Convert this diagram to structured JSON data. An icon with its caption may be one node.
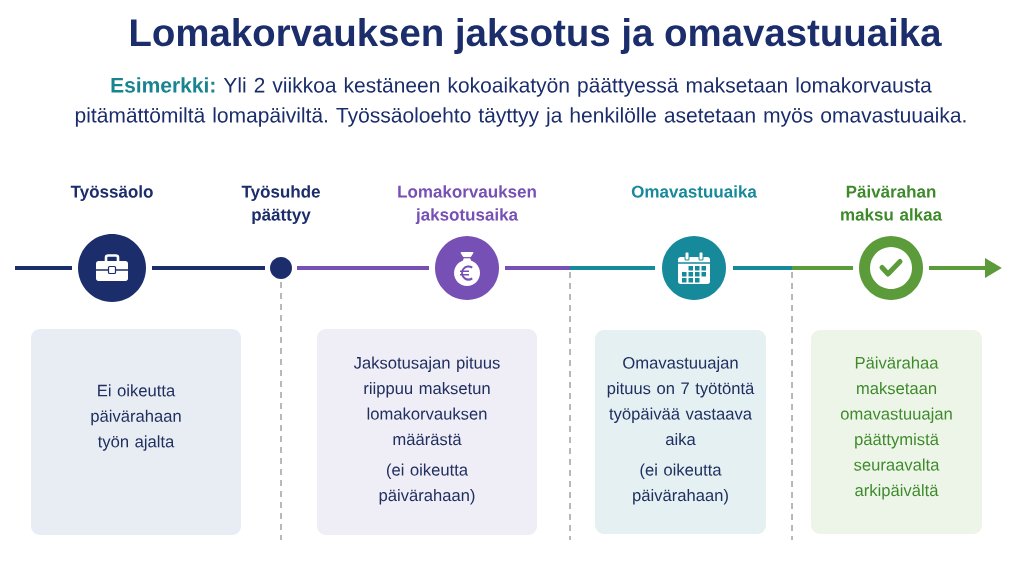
{
  "diagram": {
    "title": "Lomakorvauksen jaksotus ja omavastuuaika",
    "nodes": [
      {
        "text": [
          "Työssäolo"
        ]
      },
      {
        "text": [
          "Työsuhde päättyy"
        ]
      },
      {
        "text": [
          "Lomakorvauksen jaksotusaika"
        ]
      },
      {
        "text": [
          "Omavastuuaika"
        ]
      },
      {
        "text": [
          "Päivärahan maksu alkaa"
        ]
      },
      {
        "text": [
          "Ei oikeutta päivärahaan työn ajalta"
        ]
      },
      {
        "text": [
          "Jaksotusajan pituus riippuu maksetun lomakorvauksen määrästä",
          "(ei oikeutta päivärahaan)"
        ]
      },
      {
        "text": [
          "Omavastuuajan pituus on 7 työtöntä työpäivää vastaava aika",
          "(ei oikeutta päivärahaan)"
        ]
      },
      {
        "text": [
          "Päivärahaa maksetaan omavastuuajan päättymistä seuraavalta arkipäivältä"
        ]
      }
    ],
    "edges": [
      {
        "from": null,
        "to": 0,
        "arrow": "none",
        "color": "#1b2d6b"
      },
      {
        "from": 0,
        "to": 1,
        "arrow": "none",
        "color": "#1b2d6b"
      },
      {
        "from": 1,
        "to": 2,
        "arrow": "none",
        "color": "#7750b6"
      },
      {
        "from": 2,
        "to": 3,
        "arrow": "none",
        "color": "#16899a"
      },
      {
        "from": 3,
        "to": 4,
        "arrow": "none",
        "color": "#5c9b3a"
      },
      {
        "from": 4,
        "to": null,
        "arrow": "to",
        "color": "#5c9b3a"
      }
    ],
    "labels": [
      "**Esimerkki:** Yli 2 viikkoa kestäneen kokoaikatyön päättyessä maksetaan lomakorvausta pitämättömiltä lomapäiviltä. Työssäoloehto täyttyy ja henkilölle asetetaan myös omavastuuaika."
    ]
  }
}
